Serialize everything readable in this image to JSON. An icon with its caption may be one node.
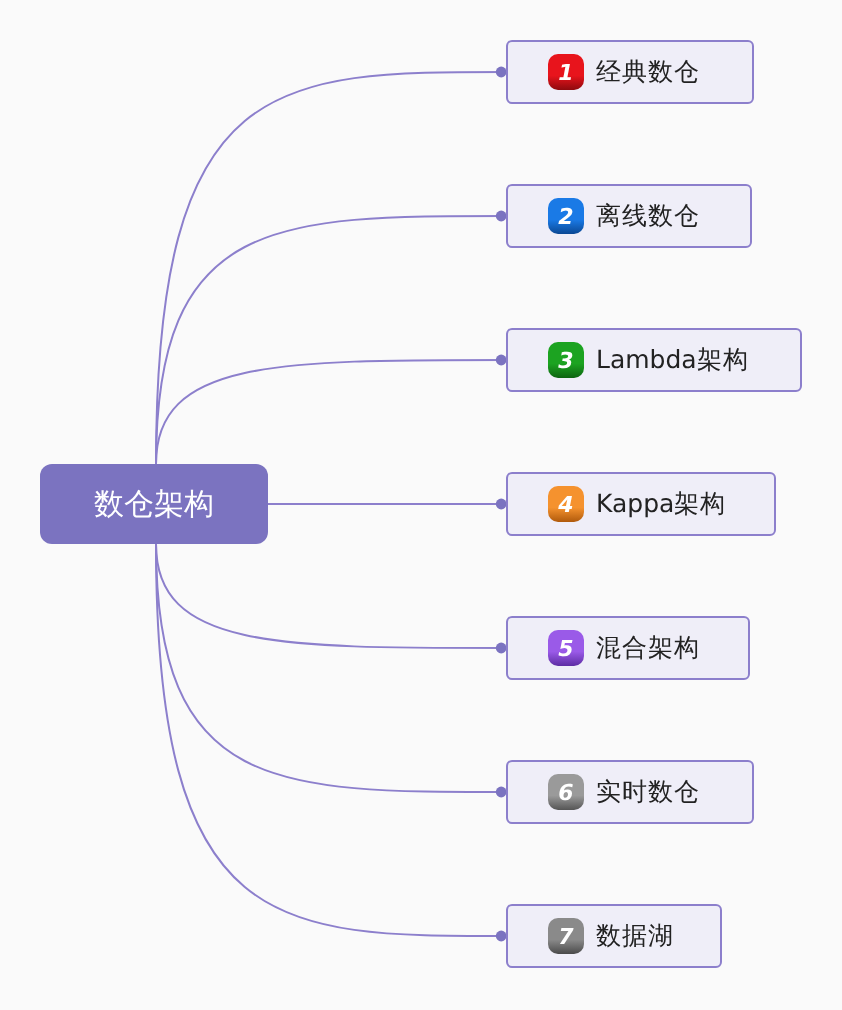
{
  "diagram": {
    "nodes": [
      {
        "text": [
          "数仓架构"
        ]
      },
      {
        "text": [
          "1",
          "经典数仓"
        ]
      },
      {
        "text": [
          "2",
          "离线数仓"
        ]
      },
      {
        "text": [
          "3",
          "Lambda架构"
        ]
      },
      {
        "text": [
          "4",
          "Kappa架构"
        ]
      },
      {
        "text": [
          "5",
          "混合架构"
        ]
      },
      {
        "text": [
          "6",
          "实时数仓"
        ]
      },
      {
        "text": [
          "7",
          "数据湖"
        ]
      }
    ],
    "edges": [
      {
        "from": 0,
        "to": 1,
        "arrow": "other"
      },
      {
        "from": 0,
        "to": 2,
        "arrow": "other"
      },
      {
        "from": 0,
        "to": 3,
        "arrow": "other"
      },
      {
        "from": 0,
        "to": 4,
        "arrow": "other"
      },
      {
        "from": 0,
        "to": 5,
        "arrow": "other"
      },
      {
        "from": 0,
        "to": 6,
        "arrow": "other"
      },
      {
        "from": 0,
        "to": 7,
        "arrow": "other"
      }
    ]
  }
}
